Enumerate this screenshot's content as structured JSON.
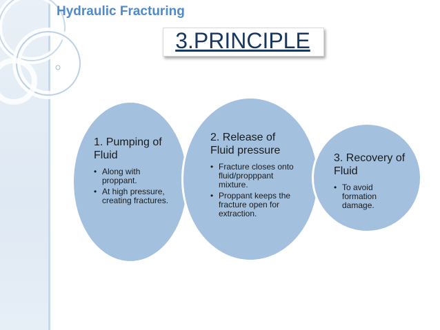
{
  "slide": {
    "subtitle": "Hydraulic Fracturing",
    "title": "3.PRINCIPLE"
  },
  "steps": [
    {
      "heading": "1. Pumping of Fluid",
      "bullets": [
        "Along with proppant.",
        "At high pressure, creating fractures."
      ]
    },
    {
      "heading": "2. Release of Fluid pressure",
      "bullets": [
        "Fracture closes onto fluid/propppant mixture.",
        "Proppant keeps the fracture open for extraction."
      ]
    },
    {
      "heading": "3. Recovery of Fluid",
      "bullets": [
        "To avoid formation damage."
      ]
    }
  ],
  "colors": {
    "circle_fill": "#a3c1de",
    "subtitle": "#4f8ac9",
    "title": "#17375e"
  }
}
